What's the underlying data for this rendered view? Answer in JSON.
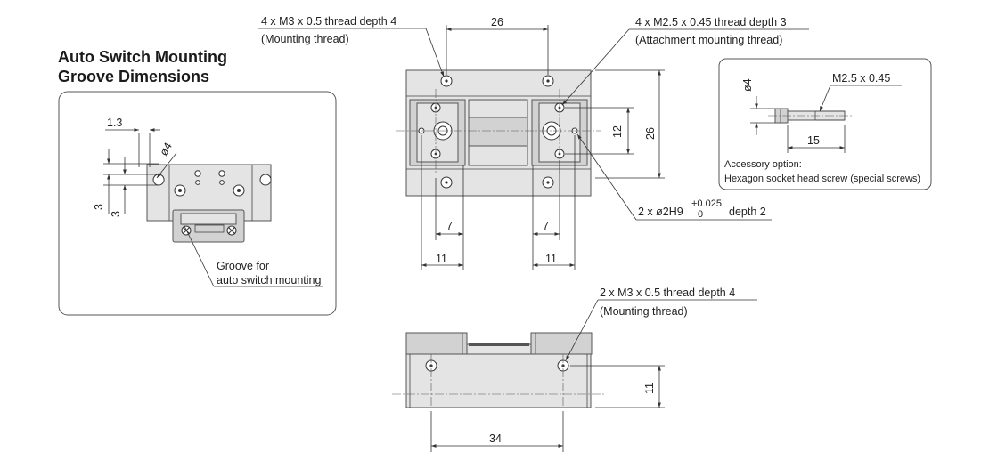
{
  "groove_section": {
    "title_line1": "Auto Switch Mounting",
    "title_line2": "Groove Dimensions",
    "dim_width": "1.3",
    "dim_dia": "ø4",
    "dim_3a": "3",
    "dim_3b": "3",
    "groove_label_line1": "Groove for",
    "groove_label_line2": "auto switch mounting"
  },
  "top_view": {
    "callout_mount_line1": "4 x M3 x 0.5 thread depth 4",
    "callout_mount_line2": "(Mounting thread)",
    "callout_attach_line1": "4 x M2.5 x 0.45 thread depth 3",
    "callout_attach_line2": "(Attachment mounting thread)",
    "dim_top_width": "26",
    "dim_inner_height": "12",
    "dim_outer_height": "26",
    "callout_pin_prefix": "2 x ø2H9",
    "callout_pin_tol_upper": "+0.025",
    "callout_pin_tol_lower": "0",
    "callout_pin_suffix": "depth 2",
    "dim_left_7": "7",
    "dim_right_7": "7",
    "dim_left_11": "11",
    "dim_right_11": "11"
  },
  "accessory": {
    "dim_dia": "ø4",
    "thread_label": "M2.5 x 0.45",
    "dim_length": "15",
    "note_line1": "Accessory option:",
    "note_line2": "Hexagon socket head screw (special screws)"
  },
  "side_view": {
    "callout_line1": "2 x M3 x 0.5 thread depth 4",
    "callout_line2": "(Mounting thread)",
    "dim_height": "11",
    "dim_pitch": "34"
  }
}
